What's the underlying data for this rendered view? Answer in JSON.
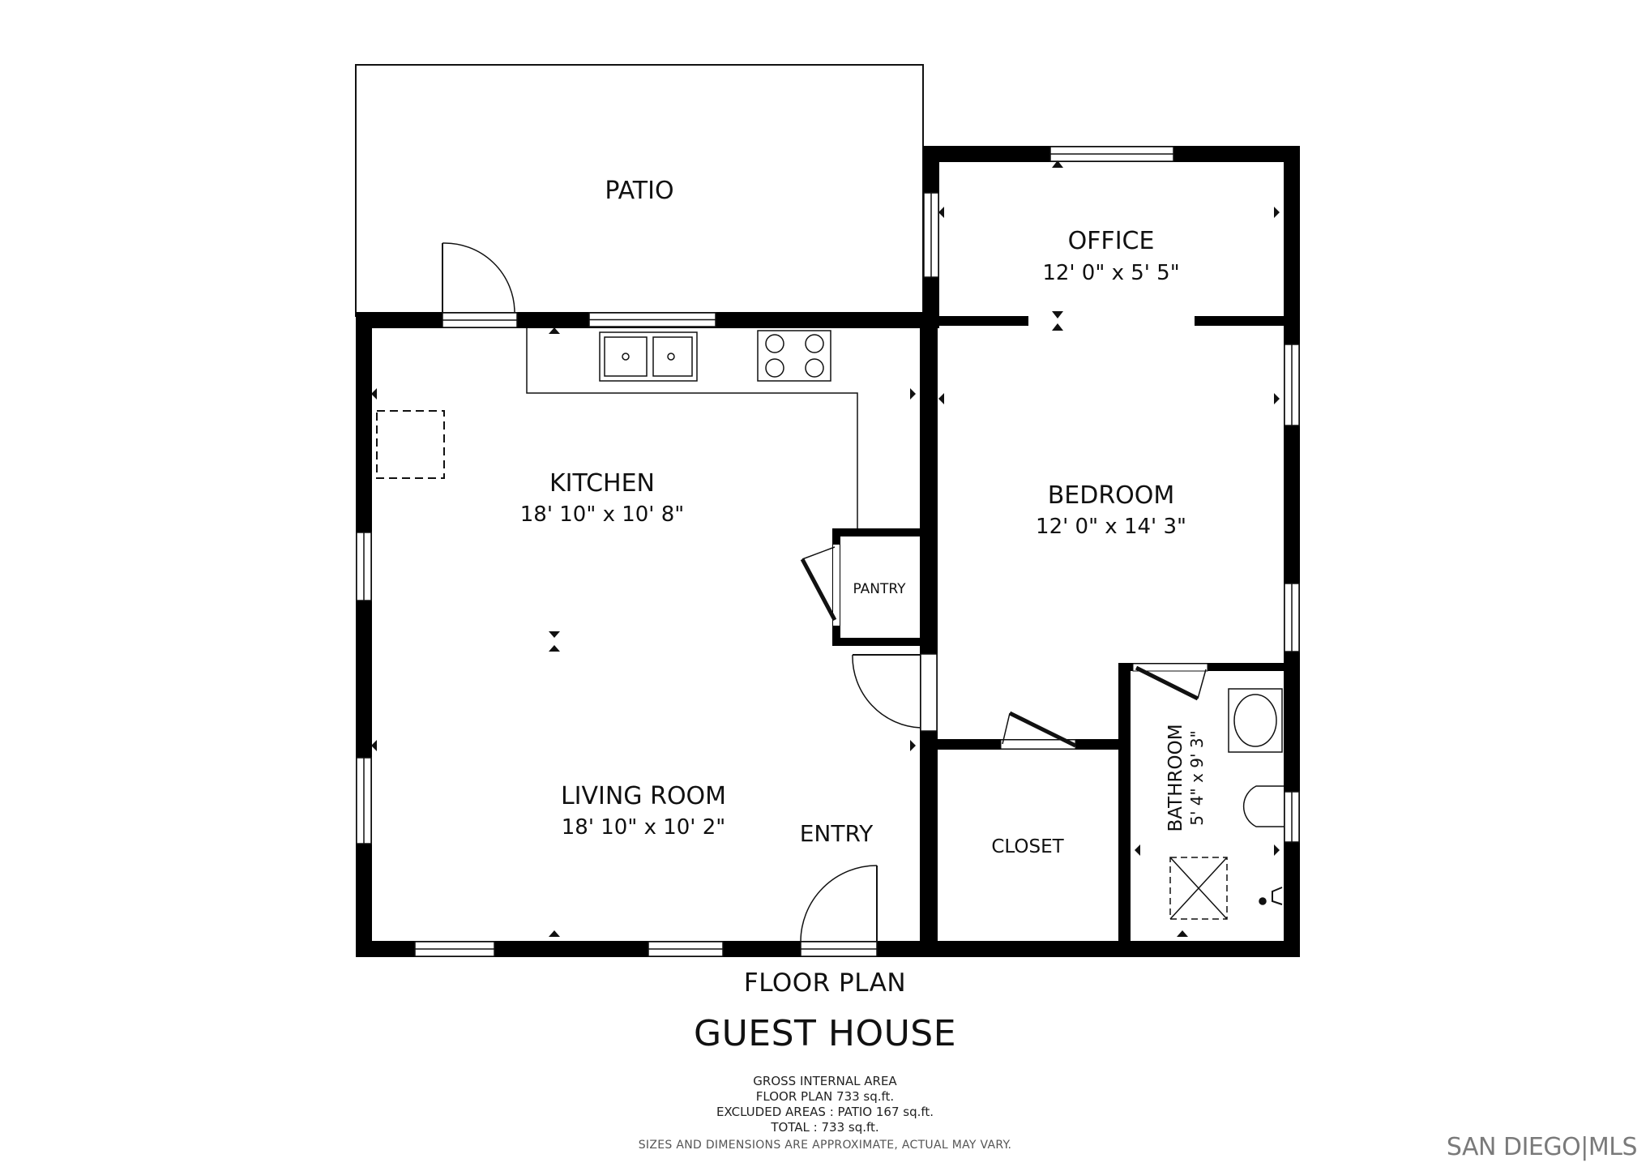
{
  "rooms": {
    "patio": {
      "name": "PATIO"
    },
    "office": {
      "name": "OFFICE",
      "dims": "12' 0\" x 5' 5\""
    },
    "kitchen": {
      "name": "KITCHEN",
      "dims": "18' 10\" x 10' 8\""
    },
    "bedroom": {
      "name": "BEDROOM",
      "dims": "12' 0\" x 14' 3\""
    },
    "pantry": {
      "name": "PANTRY"
    },
    "living_room": {
      "name": "LIVING ROOM",
      "dims": "18' 10\" x 10' 2\""
    },
    "entry": {
      "name": "ENTRY"
    },
    "closet": {
      "name": "CLOSET"
    },
    "bathroom": {
      "name": "BATHROOM",
      "dims": "5' 4\" x 9' 3\""
    }
  },
  "caption": "FLOOR PLAN",
  "title": "GUEST HOUSE",
  "area": {
    "heading": "GROSS INTERNAL AREA",
    "floor_plan": "FLOOR PLAN 733 sq.ft.",
    "excluded": "EXCLUDED AREAS :  PATIO 167 sq.ft.",
    "total": "TOTAL :  733 sq.ft.",
    "disclaimer": "SIZES AND DIMENSIONS ARE APPROXIMATE, ACTUAL MAY VARY."
  },
  "brand": "SAN DIEGO|MLS",
  "colors": {
    "wall": "#000000",
    "line": "#111111",
    "window": "#ffffff"
  }
}
